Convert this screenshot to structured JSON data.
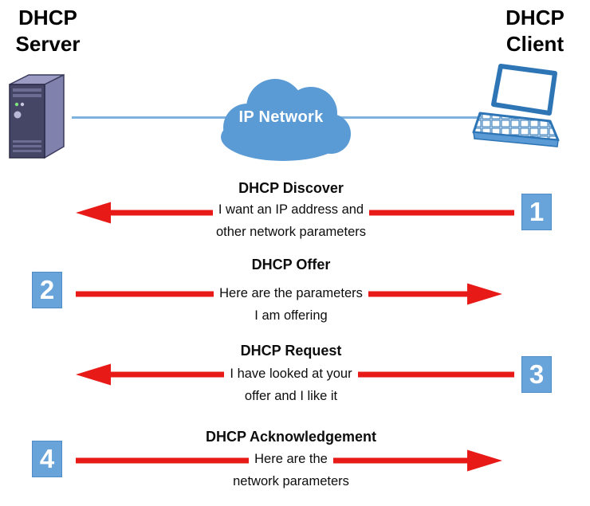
{
  "nodes": {
    "server": {
      "line1": "DHCP",
      "line2": "Server"
    },
    "client": {
      "line1": "DHCP",
      "line2": "Client"
    },
    "network_label": "IP Network"
  },
  "messages": [
    {
      "step": "1",
      "title": "DHCP Discover",
      "body_line1": "I want an IP address and",
      "body_line2": "other network parameters",
      "direction": "to-server",
      "badge_side": "right"
    },
    {
      "step": "2",
      "title": "DHCP Offer",
      "body_line1": "Here are the parameters",
      "body_line2": "I am offering",
      "direction": "to-client",
      "badge_side": "left"
    },
    {
      "step": "3",
      "title": "DHCP Request",
      "body_line1": "I have looked at your",
      "body_line2": "offer and I like it",
      "direction": "to-server",
      "badge_side": "right"
    },
    {
      "step": "4",
      "title": "DHCP Acknowledgement",
      "body_line1": "Here are the",
      "body_line2": "network parameters",
      "direction": "to-client",
      "badge_side": "left"
    }
  ],
  "colors": {
    "arrow-red": "#e81a17",
    "badge-blue": "#68a3d9",
    "cloud-blue": "#5b9bd5",
    "link-blue": "#7fb2de",
    "laptop-blue": "#2e75b6"
  }
}
